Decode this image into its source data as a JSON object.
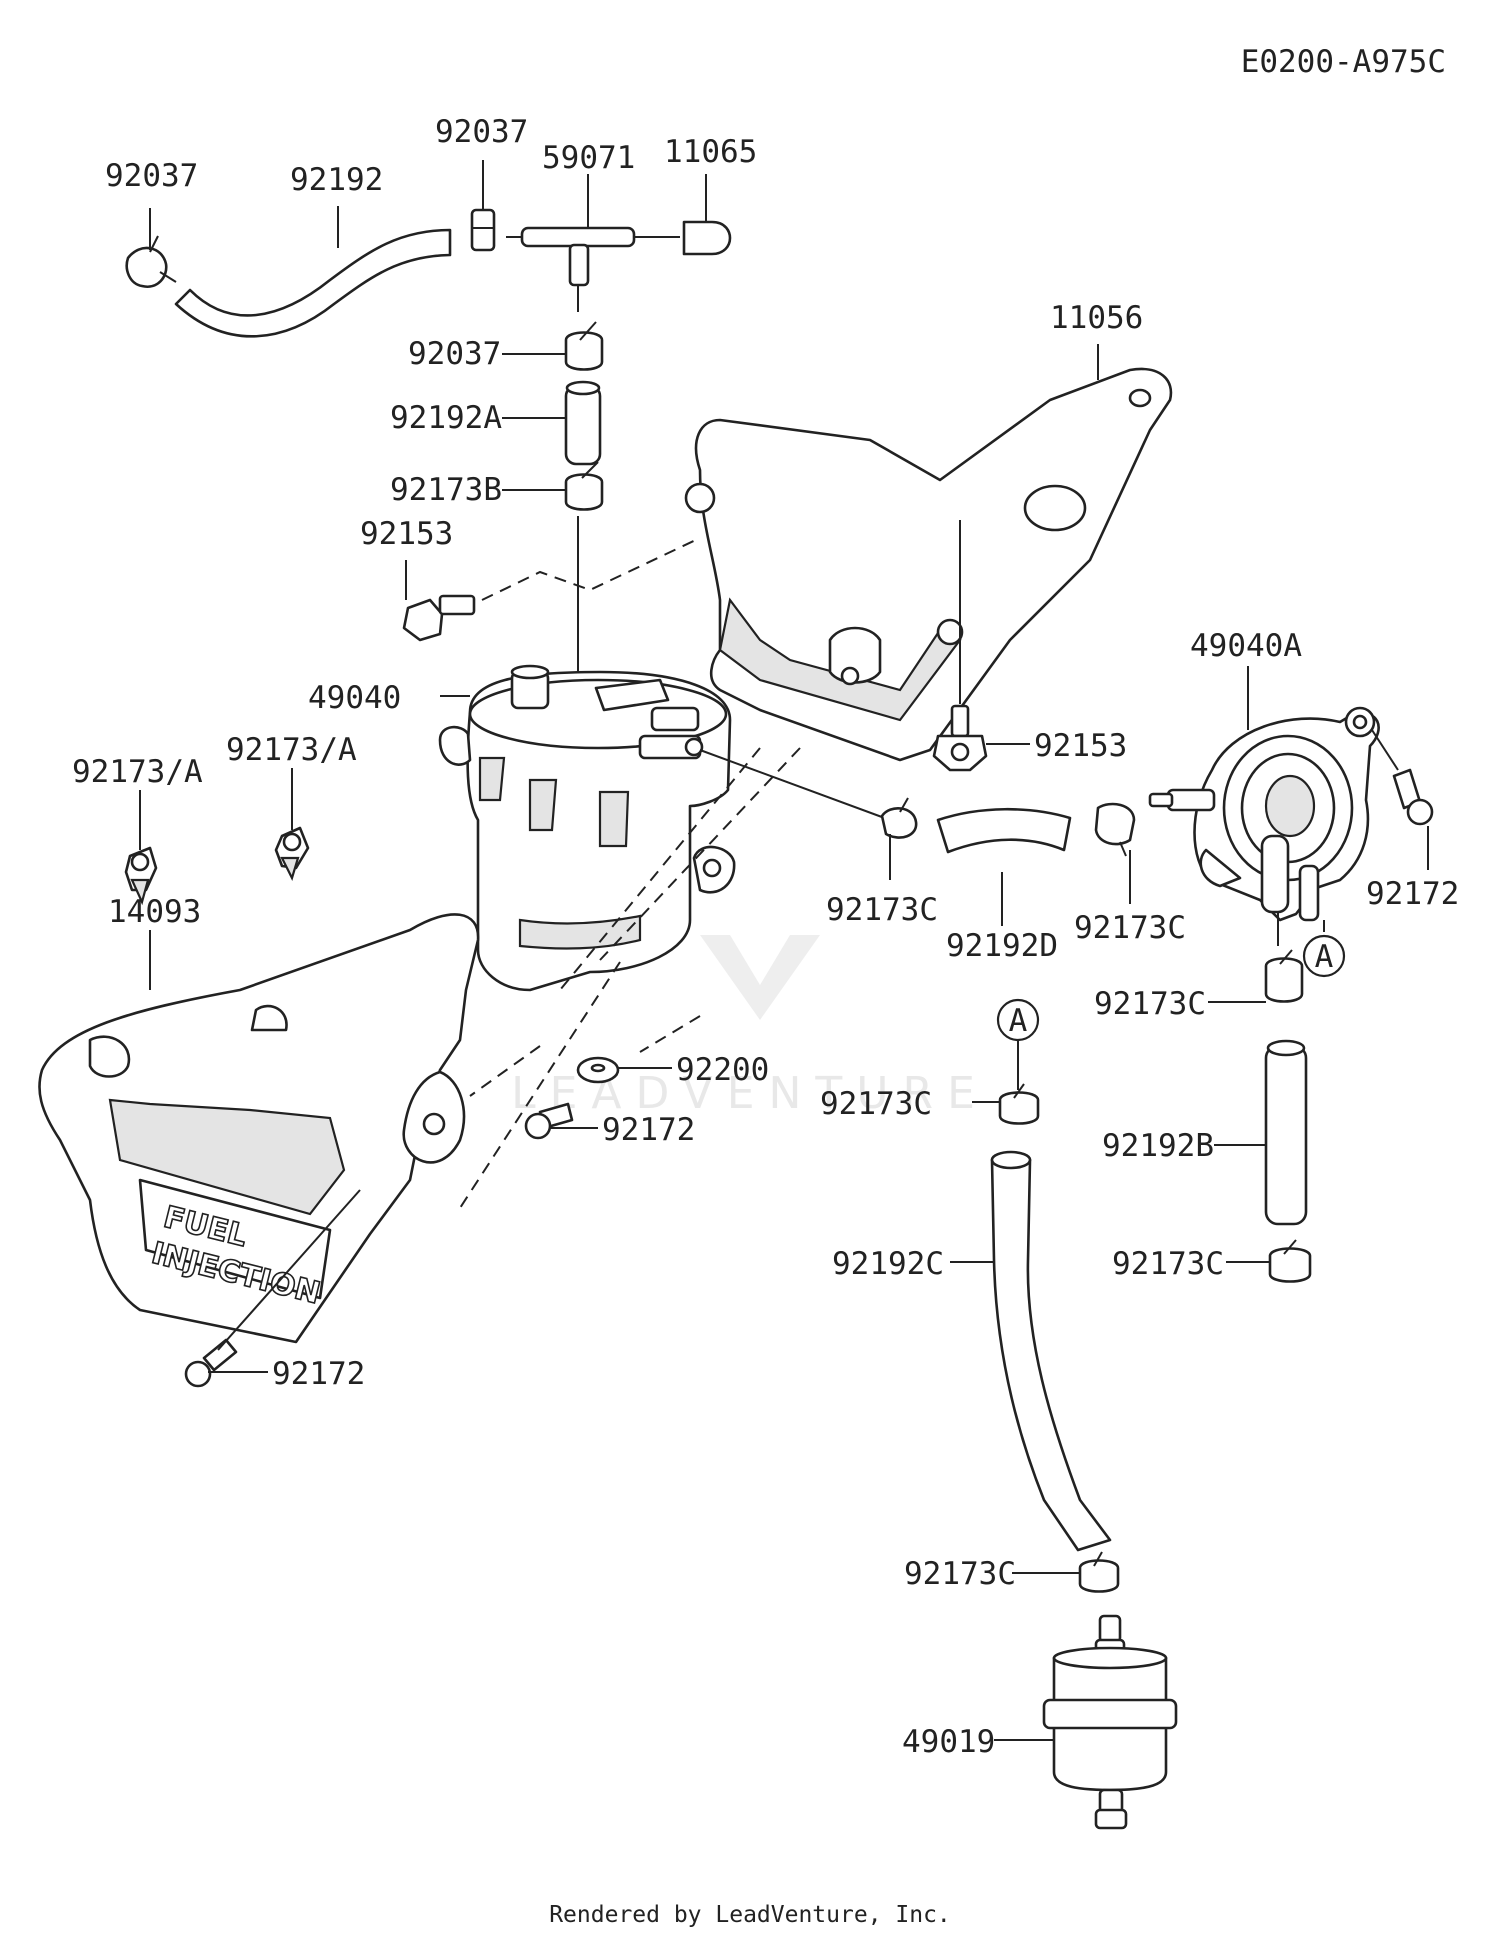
{
  "diagram_code": "E0200-A975C",
  "footer": "Rendered by LeadVenture, Inc.",
  "watermark": "LEADVENTURE",
  "emblem": {
    "line1": "FUEL",
    "line2": "INJECTION"
  },
  "callout_letter": "A",
  "labels": {
    "p92037a": "92037",
    "p92192": "92192",
    "p92037b": "92037",
    "p59071": "59071",
    "p11065": "11065",
    "p92037c": "92037",
    "p92192A": "92192A",
    "p92173B": "92173B",
    "p92153a": "92153",
    "p11056": "11056",
    "p49040": "49040",
    "p92173Aa": "92173/A",
    "p92173Ab": "92173/A",
    "p92153b": "92153",
    "p49040A": "49040A",
    "p92172a": "92172",
    "p92173Ca": "92173C",
    "p92192D": "92192D",
    "p92173Cb": "92173C",
    "p14093": "14093",
    "p92173Cc": "92173C",
    "p92200": "92200",
    "p92173Cd": "92173C",
    "p92172b": "92172",
    "p92192B": "92192B",
    "p92192C": "92192C",
    "p92173Ce": "92173C",
    "p92172c": "92172",
    "p92173Cf": "92173C",
    "p49019": "49019"
  },
  "colors": {
    "line": "#222222",
    "background": "#ffffff",
    "watermark": "#e6e6e6"
  }
}
